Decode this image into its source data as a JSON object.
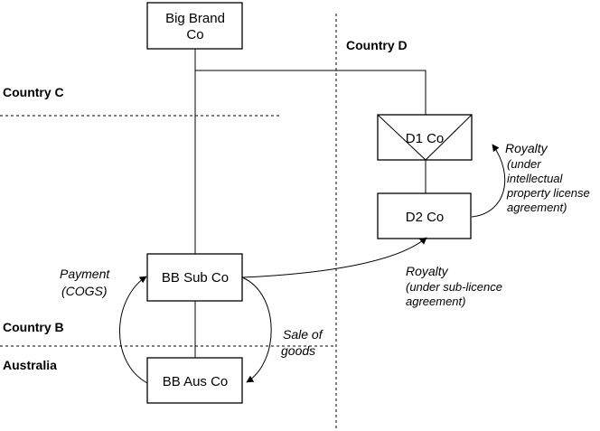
{
  "entities": {
    "big_brand": [
      "Big Brand",
      "Co"
    ],
    "d1": "D1 Co",
    "d2": "D2 Co",
    "bb_sub": "BB Sub Co",
    "bb_aus": "BB Aus Co"
  },
  "regions": {
    "country_c": "Country C",
    "country_d": "Country D",
    "country_b": "Country B",
    "australia": "Australia"
  },
  "flows": {
    "royalty_ip": [
      "Royalty",
      "(under",
      "intellectual",
      "property license",
      "agreement)"
    ],
    "royalty_sub": [
      "Royalty",
      "(under sub-licence",
      "agreement)"
    ],
    "payment": [
      "Payment",
      "(COGS)"
    ],
    "sale": [
      "Sale of",
      "goods"
    ]
  }
}
